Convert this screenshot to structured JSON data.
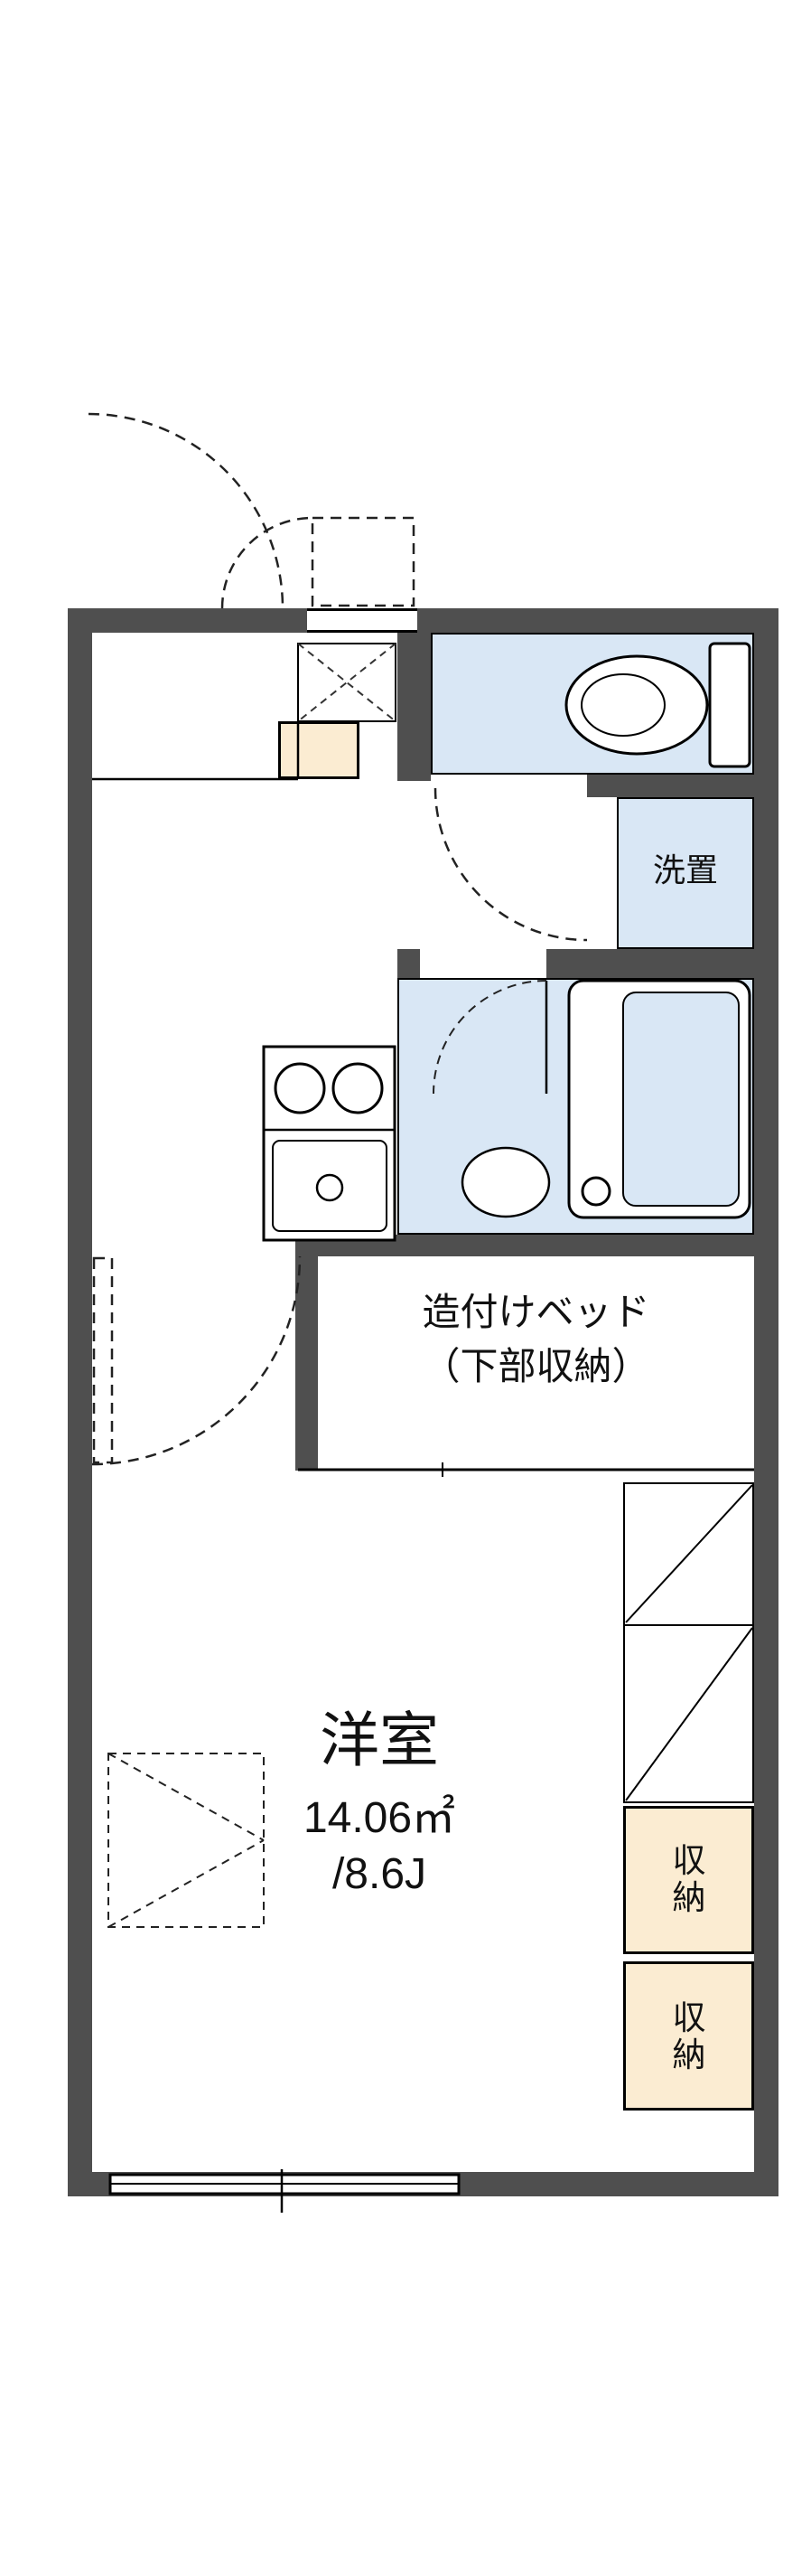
{
  "floorplan": {
    "rooms": {
      "washer": {
        "label": "洗置"
      },
      "bed": {
        "line1": "造付けベッド",
        "line2": "（下部収納）"
      },
      "main": {
        "name": "洋室",
        "area_m2": "14.06㎡",
        "area_jo": "/8.6J"
      },
      "storage_top": {
        "label": "収納"
      },
      "storage_bottom": {
        "label": "収納"
      }
    },
    "colors": {
      "wall": "#4f4f4f",
      "wet_floor": "#d9e7f5",
      "storage_fill": "#fbecd2",
      "line": "#111111"
    }
  }
}
